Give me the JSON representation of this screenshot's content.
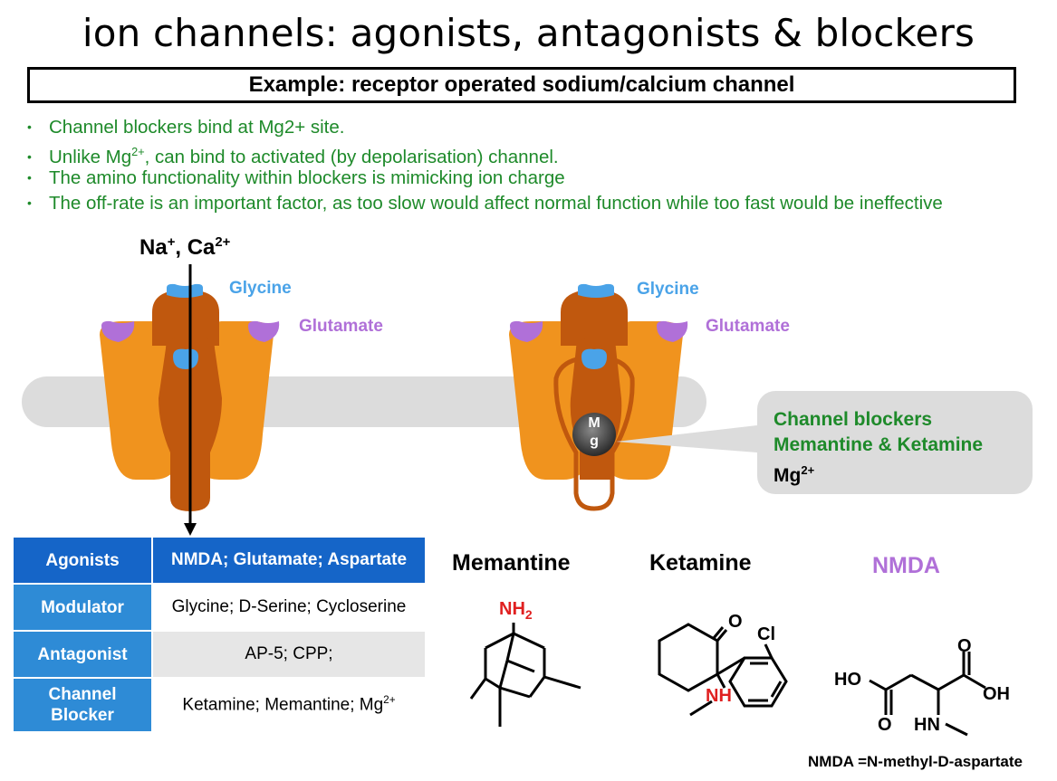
{
  "title": "ion channels: agonists, antagonists & blockers",
  "subtitle": "Example: receptor operated sodium/calcium channel",
  "bullets": [
    "Channel blockers bind at Mg2+ site.",
    "Unlike Mg",
    ", can bind to activated (by depolarisation) channel.",
    "The amino functionality within blockers is mimicking ion charge",
    "The off-rate is an important factor, as too slow would affect normal function while too fast would be ineffective"
  ],
  "bullet_sup": "2+",
  "ions": {
    "na": "Na",
    "na_sup": "+",
    "sep": ", Ca",
    "ca_sup": "2+"
  },
  "labels": {
    "glycine": "Glycine",
    "glutamate": "Glutamate",
    "mg_letters": [
      "M",
      "g"
    ]
  },
  "bubble": {
    "line1": "Channel blockers",
    "line2": "Memantine & Ketamine",
    "line3": "Mg",
    "line3_sup": "2+"
  },
  "table": {
    "rows": [
      {
        "header": "Agonists",
        "value": "NMDA; Glutamate; Aspartate"
      },
      {
        "header": "Modulator",
        "value": "Glycine; D-Serine; Cycloserine"
      },
      {
        "header": "Antagonist",
        "value": "AP-5; CPP;"
      },
      {
        "header_line1": "Channel",
        "header_line2": "Blocker",
        "value": "Ketamine; Memantine; Mg",
        "value_sup": "2+"
      }
    ]
  },
  "compounds": {
    "memantine": {
      "name": "Memantine",
      "group": "NH",
      "group_sub": "2"
    },
    "ketamine": {
      "name": "Ketamine",
      "o": "O",
      "cl": "Cl",
      "nh": "NH"
    },
    "nmda": {
      "name": "NMDA",
      "ho": "HO",
      "o1": "O",
      "o2": "O",
      "oh": "OH",
      "hn": "HN",
      "full": "NMDA =N-methyl-D-aspartate"
    }
  },
  "colors": {
    "green_text": "#1e8a2a",
    "glycine": "#4aa3e8",
    "glutamate": "#b070d8",
    "subunit_light": "#f0931e",
    "subunit_dark": "#c0580e",
    "membrane": "#dcdcdc",
    "table_header": "#2e8bd6",
    "table_header_dark": "#1565c8",
    "hetero_red": "#e02020"
  }
}
